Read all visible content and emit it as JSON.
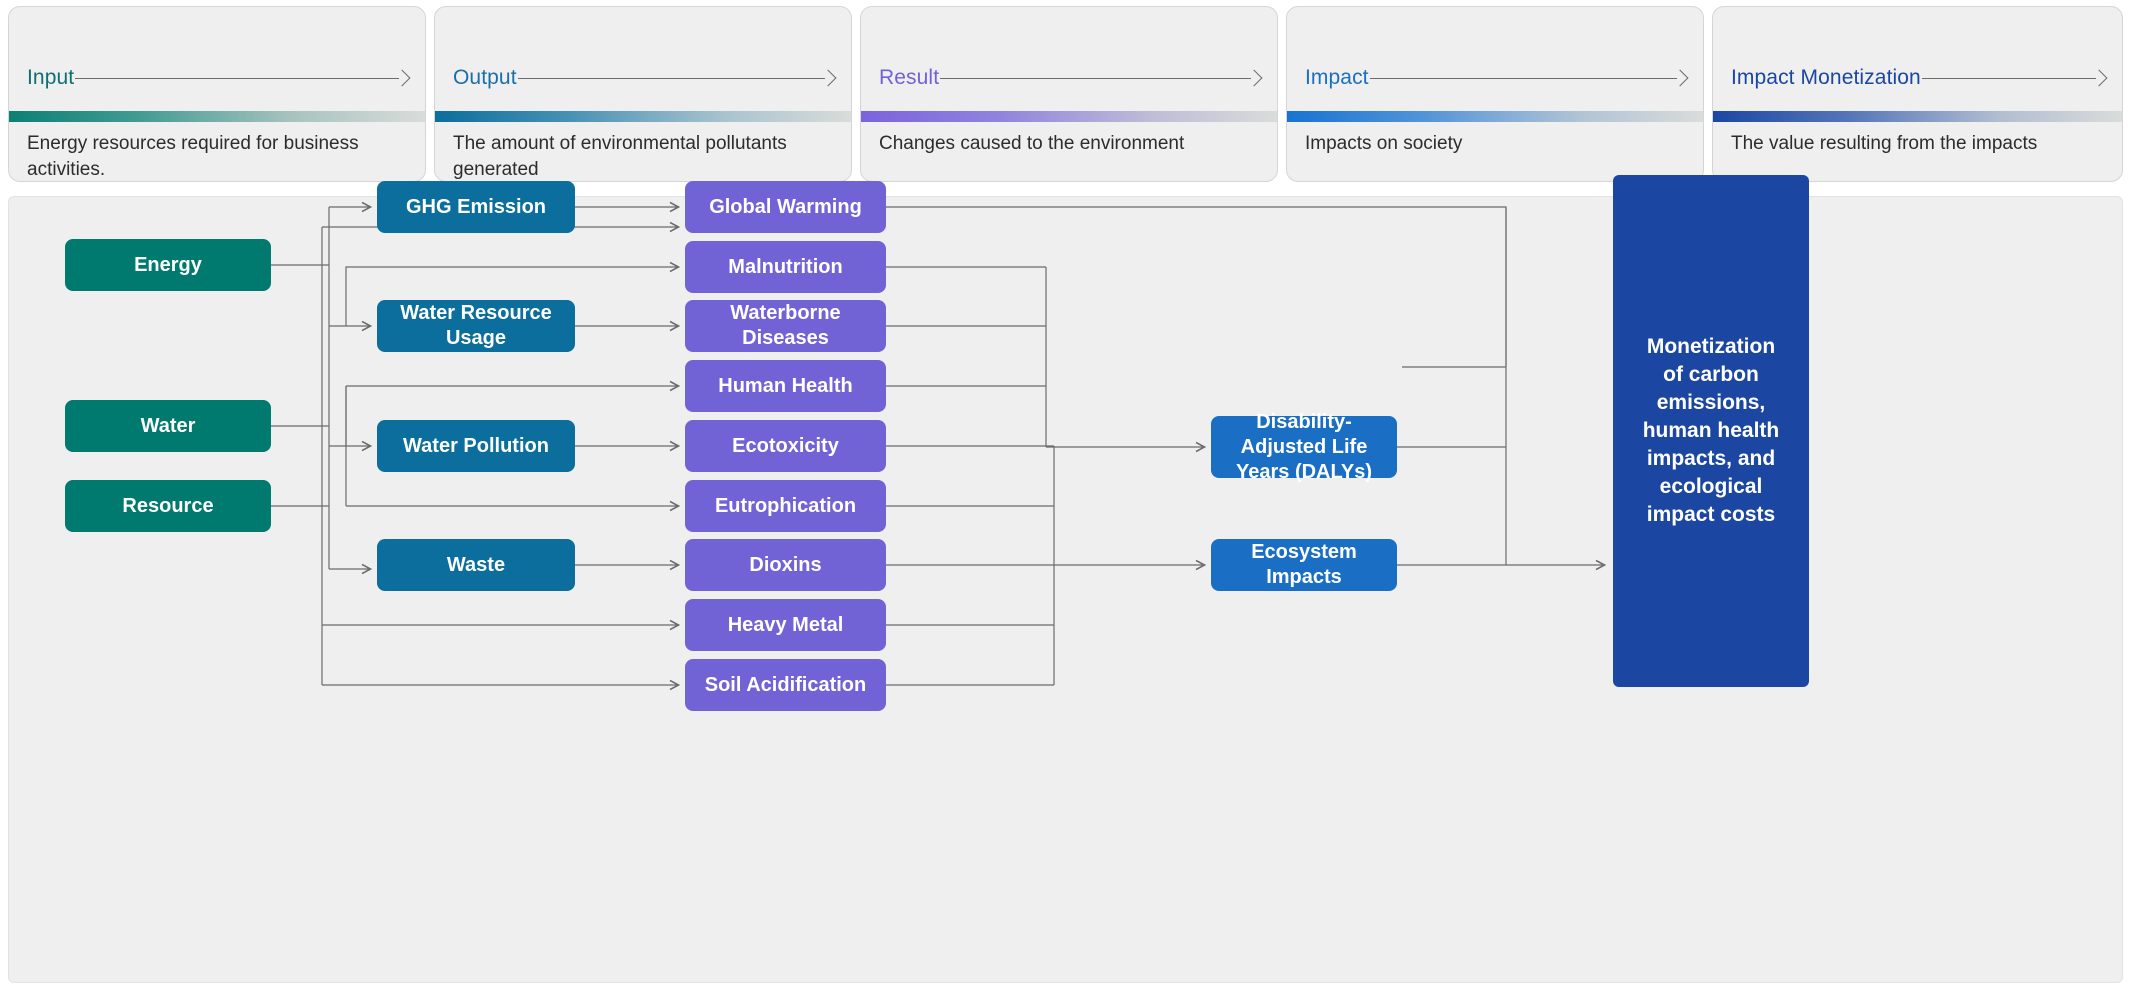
{
  "stages": [
    {
      "id": "input",
      "title": "Input",
      "description": "Energy resources required for business activities.",
      "title_color": "#0f6f73",
      "bar_from": "#0c8074",
      "bar_to": "#d9dcda"
    },
    {
      "id": "output",
      "title": "Output",
      "description": "The amount of environmental pollutants generated",
      "title_color": "#1a6fa8",
      "bar_from": "#0b6e9c",
      "bar_to": "#d9dcda"
    },
    {
      "id": "result",
      "title": "Result",
      "description": "Changes caused to the environment",
      "title_color": "#7162d6",
      "bar_from": "#7a63dd",
      "bar_to": "#d9dcda"
    },
    {
      "id": "impact",
      "title": "Impact",
      "description": "Impacts on society",
      "title_color": "#1a6fc4",
      "bar_from": "#1773d3",
      "bar_to": "#d9dcda"
    },
    {
      "id": "impact-monetization",
      "title": "Impact Monetization",
      "description": "The value resulting from the impacts",
      "title_color": "#1b47a3",
      "bar_from": "#1b47a3",
      "bar_to": "#d9dcda"
    }
  ],
  "columns": {
    "input": {
      "label": "Input",
      "color": "#00796f",
      "nodes": [
        {
          "label": "Energy"
        },
        {
          "label": "Water"
        },
        {
          "label": "Resource"
        }
      ]
    },
    "output": {
      "label": "Output",
      "color": "#0b6e9c",
      "nodes": [
        {
          "label": "GHG Emission"
        },
        {
          "label": "Water Resource Usage"
        },
        {
          "label": "Water Pollution"
        },
        {
          "label": "Waste"
        }
      ]
    },
    "result": {
      "label": "Result",
      "color": "#7162d6",
      "nodes": [
        {
          "label": "Global Warming"
        },
        {
          "label": "Malnutrition"
        },
        {
          "label": "Waterborne Diseases"
        },
        {
          "label": "Human Health"
        },
        {
          "label": "Ecotoxicity"
        },
        {
          "label": "Eutrophication"
        },
        {
          "label": "Dioxins"
        },
        {
          "label": "Heavy Metal"
        },
        {
          "label": "Soil Acidification"
        }
      ]
    },
    "impact": {
      "label": "Impact",
      "color": "#1a6fc4",
      "nodes": [
        {
          "label": "Disability-Adjusted Life Years (DALYs)"
        },
        {
          "label": "Ecosystem Impacts"
        }
      ]
    },
    "monetization": {
      "label": "Impact Monetization",
      "color": "#1b47a3",
      "nodes": [
        {
          "label": "Monetization of carbon emissions, human health impacts, and ecological impact costs"
        }
      ]
    }
  },
  "theme": {
    "canvas": "#efefef",
    "edge_color": "#6b6b6b"
  }
}
